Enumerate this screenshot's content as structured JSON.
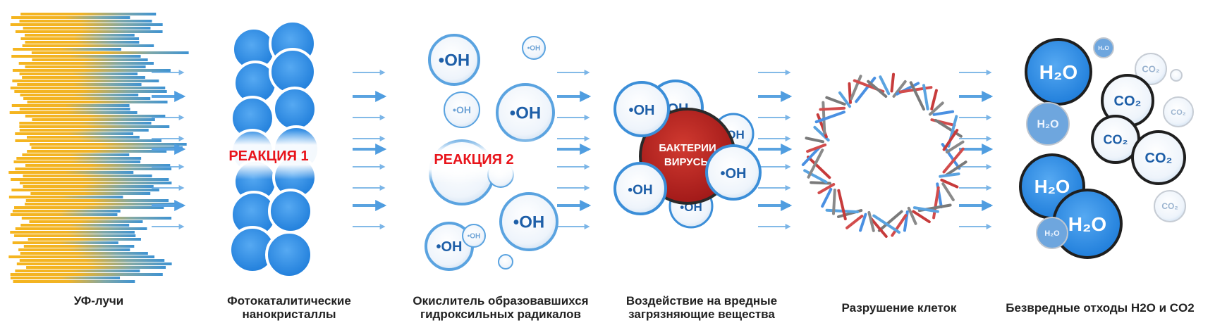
{
  "stages": [
    {
      "caption_lines": [
        "УФ-лучи"
      ]
    },
    {
      "caption_lines": [
        "Фотокаталитические",
        "нанокристаллы"
      ],
      "overlay": "РЕАКЦИЯ 1"
    },
    {
      "caption_lines": [
        "Окислитель образовавшихся",
        "гидроксильных радикалов"
      ],
      "overlay": "РЕАКЦИЯ 2"
    },
    {
      "caption_lines": [
        "Воздействие на вредные",
        "загрязняющие вещества"
      ],
      "core_lines": [
        "БАКТЕРИИ",
        "ВИРУСЫ"
      ]
    },
    {
      "caption_lines": [
        "Разрушение клеток"
      ]
    },
    {
      "caption_lines": [
        "Безвредные отходы H2O и CO2"
      ]
    }
  ],
  "labels": {
    "oh": "•OH",
    "h2o": "H₂O",
    "co2": "CO₂"
  },
  "colors": {
    "uv_yellow": "#f5b51f",
    "uv_blue": "#4a9bd1",
    "bubble_blue": "#2f8ee6",
    "bubble_pale": "#dbe9f6",
    "arrow": "#5aa3e0",
    "reaction_red": "#e8141b",
    "virus_red": "#b21f1f",
    "debris_grey": "#7a7a7a"
  }
}
